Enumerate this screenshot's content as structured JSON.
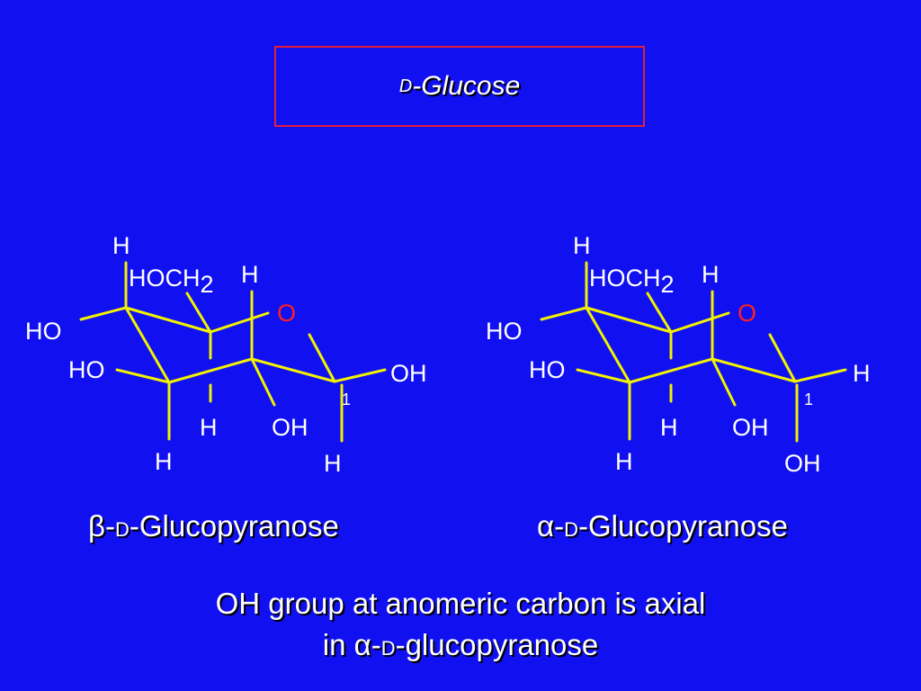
{
  "title": {
    "prefix": "D",
    "text": "-Glucose"
  },
  "beta": {
    "labels": {
      "h_top": "H",
      "hoch": "HOCH",
      "hoch_sub": "2",
      "h_c5": "H",
      "ring_o": "O",
      "ho_c4": "HO",
      "ho_c3": "HO",
      "oh_c1": "OH",
      "num_c1": "1",
      "h_c2": "H",
      "oh_c2": "OH",
      "h_c3": "H",
      "h_c1": "H"
    },
    "caption": {
      "greek": "β",
      "dash": "-",
      "prefix": "D",
      "text": "-Glucopyranose"
    }
  },
  "alpha": {
    "labels": {
      "h_top": "H",
      "hoch": "HOCH",
      "hoch_sub": "2",
      "h_c5": "H",
      "ring_o": "O",
      "ho_c4": "HO",
      "ho_c3": "HO",
      "h_c1_eq": "H",
      "num_c1": "1",
      "h_c2": "H",
      "oh_c2": "OH",
      "h_c3": "H",
      "oh_c1": "OH"
    },
    "caption": {
      "greek": "α",
      "dash": "-",
      "prefix": "D",
      "text": "-Glucopyranose"
    }
  },
  "note": {
    "line1": "OH group at anomeric carbon is axial",
    "line2_pre": "in ",
    "line2_greek": "α",
    "line2_dash": "-",
    "line2_prefix": "D",
    "line2_text": "-glucopyranose"
  }
}
